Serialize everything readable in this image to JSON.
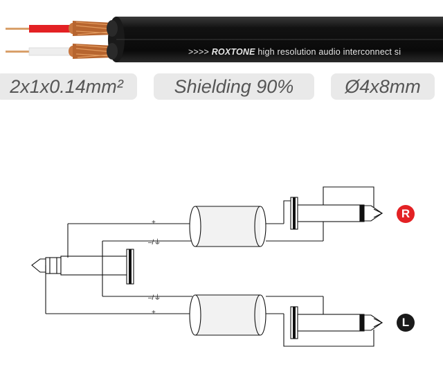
{
  "cable": {
    "print_prefix": ">>>>",
    "brand": "ROXTONE",
    "print_text": "high resolution audio interconnect si",
    "colors": {
      "jacket": "#111111",
      "red_core": "#e32124",
      "white_core": "#eeeeee",
      "copper": "#c8763e"
    }
  },
  "specs": [
    "2x1x0.14mm²",
    "Shielding 90%",
    "Ø4x8mm"
  ],
  "wiring": {
    "top_plus": "+",
    "top_gnd": "–/⏚",
    "bottom_gnd": "–/⏚",
    "bottom_plus": "+"
  },
  "badges": {
    "right": {
      "label": "R",
      "color": "#e32124"
    },
    "left": {
      "label": "L",
      "color": "#1a1a1a"
    }
  }
}
